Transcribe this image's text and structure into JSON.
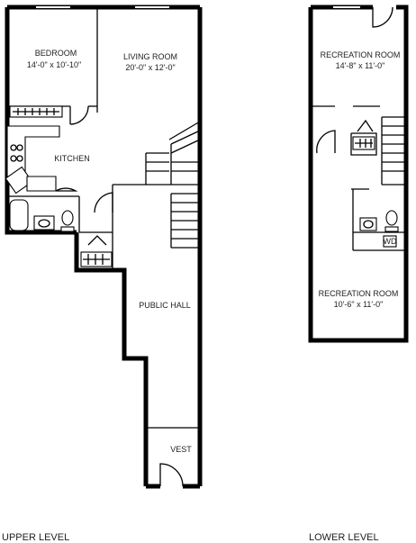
{
  "upper": {
    "bedroom": {
      "name": "BEDROOM",
      "size": "14'-0\" x 10'-10\""
    },
    "living": {
      "name": "LIVING ROOM",
      "size": "20'-0\" x 12'-0\""
    },
    "kitchen": {
      "name": "KITCHEN"
    },
    "hall": {
      "name": "PUBLIC HALL"
    },
    "vest": {
      "name": "VEST"
    },
    "level": "UPPER LEVEL"
  },
  "lower": {
    "rec1": {
      "name": "RECREATION ROOM",
      "size": "14'-8\" x 11'-0\""
    },
    "rec2": {
      "name": "RECREATION ROOM",
      "size": "10'-6\" x 11'-0\""
    },
    "wd": "WD",
    "level": "LOWER LEVEL"
  }
}
